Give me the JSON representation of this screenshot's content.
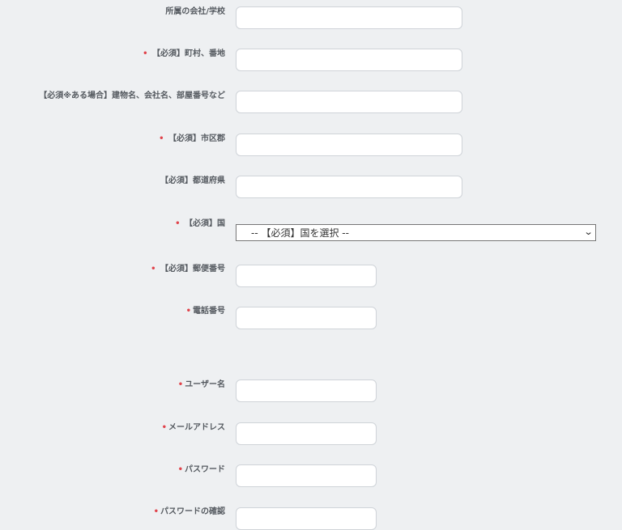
{
  "form": {
    "fields": [
      {
        "label": "所属の会社/学校",
        "required": false,
        "type": "text",
        "value": ""
      },
      {
        "label": "【必須】町村、番地",
        "required": true,
        "type": "text",
        "value": ""
      },
      {
        "label": "【必須※ある場合】建物名、会社名、部屋番号など",
        "required": false,
        "type": "text",
        "value": ""
      },
      {
        "label": "【必須】市区郡",
        "required": true,
        "type": "text",
        "value": ""
      },
      {
        "label": "【必須】都道府県",
        "required": false,
        "type": "text",
        "value": ""
      },
      {
        "label": "【必須】国",
        "required": true,
        "type": "select",
        "selected": "-- 【必須】国を選択 --"
      },
      {
        "label": "【必須】郵便番号",
        "required": true,
        "type": "text",
        "value": ""
      },
      {
        "label": "電話番号",
        "required": true,
        "type": "text",
        "value": ""
      },
      {
        "label": "ユーザー名",
        "required": true,
        "type": "text",
        "value": ""
      },
      {
        "label": "メールアドレス",
        "required": true,
        "type": "text",
        "value": ""
      },
      {
        "label": "パスワード",
        "required": true,
        "type": "password",
        "value": ""
      },
      {
        "label": "パスワードの確認",
        "required": true,
        "type": "password",
        "value": ""
      }
    ],
    "required_marker": "•",
    "select_chevron": "⌄"
  },
  "colors": {
    "background": "#eef0f2",
    "label": "#555a60",
    "required_marker": "#e0434b",
    "input_border": "#cfd3d8"
  }
}
